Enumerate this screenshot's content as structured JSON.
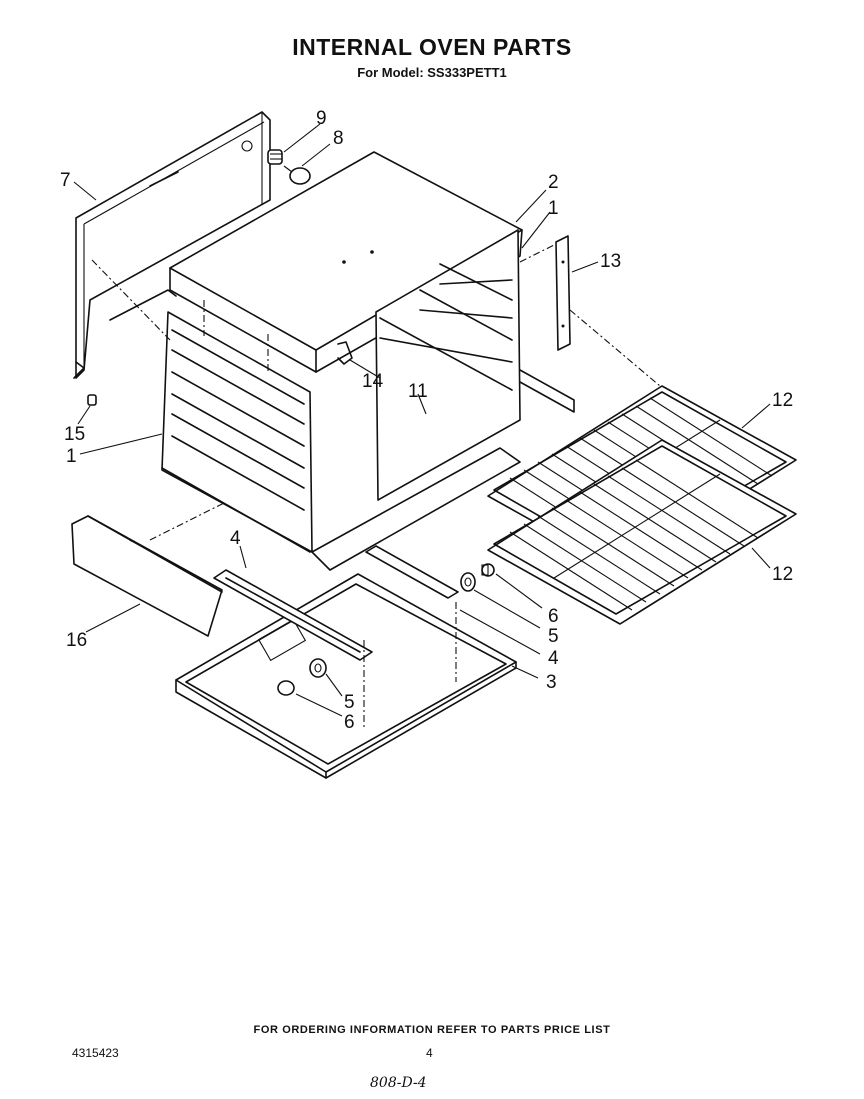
{
  "header": {
    "title": "INTERNAL OVEN PARTS",
    "model": "For Model: SS333PETT1"
  },
  "callouts": [
    {
      "id": "c-9",
      "label": "9"
    },
    {
      "id": "c-8",
      "label": "8"
    },
    {
      "id": "c-7",
      "label": "7"
    },
    {
      "id": "c-2",
      "label": "2"
    },
    {
      "id": "c-1a",
      "label": "1"
    },
    {
      "id": "c-13",
      "label": "13"
    },
    {
      "id": "c-14",
      "label": "14"
    },
    {
      "id": "c-11",
      "label": "11"
    },
    {
      "id": "c-15",
      "label": "15"
    },
    {
      "id": "c-1b",
      "label": "1"
    },
    {
      "id": "c-12a",
      "label": "12"
    },
    {
      "id": "c-12b",
      "label": "12"
    },
    {
      "id": "c-4a",
      "label": "4"
    },
    {
      "id": "c-16",
      "label": "16"
    },
    {
      "id": "c-6a",
      "label": "6"
    },
    {
      "id": "c-5a",
      "label": "5"
    },
    {
      "id": "c-4b",
      "label": "4"
    },
    {
      "id": "c-3",
      "label": "3"
    },
    {
      "id": "c-5b",
      "label": "5"
    },
    {
      "id": "c-6b",
      "label": "6"
    }
  ],
  "footer": {
    "ordering_note": "FOR ORDERING INFORMATION REFER TO PARTS PRICE LIST",
    "doc_number": "4315423",
    "page_number": "4",
    "handwritten": "808-D-4"
  }
}
